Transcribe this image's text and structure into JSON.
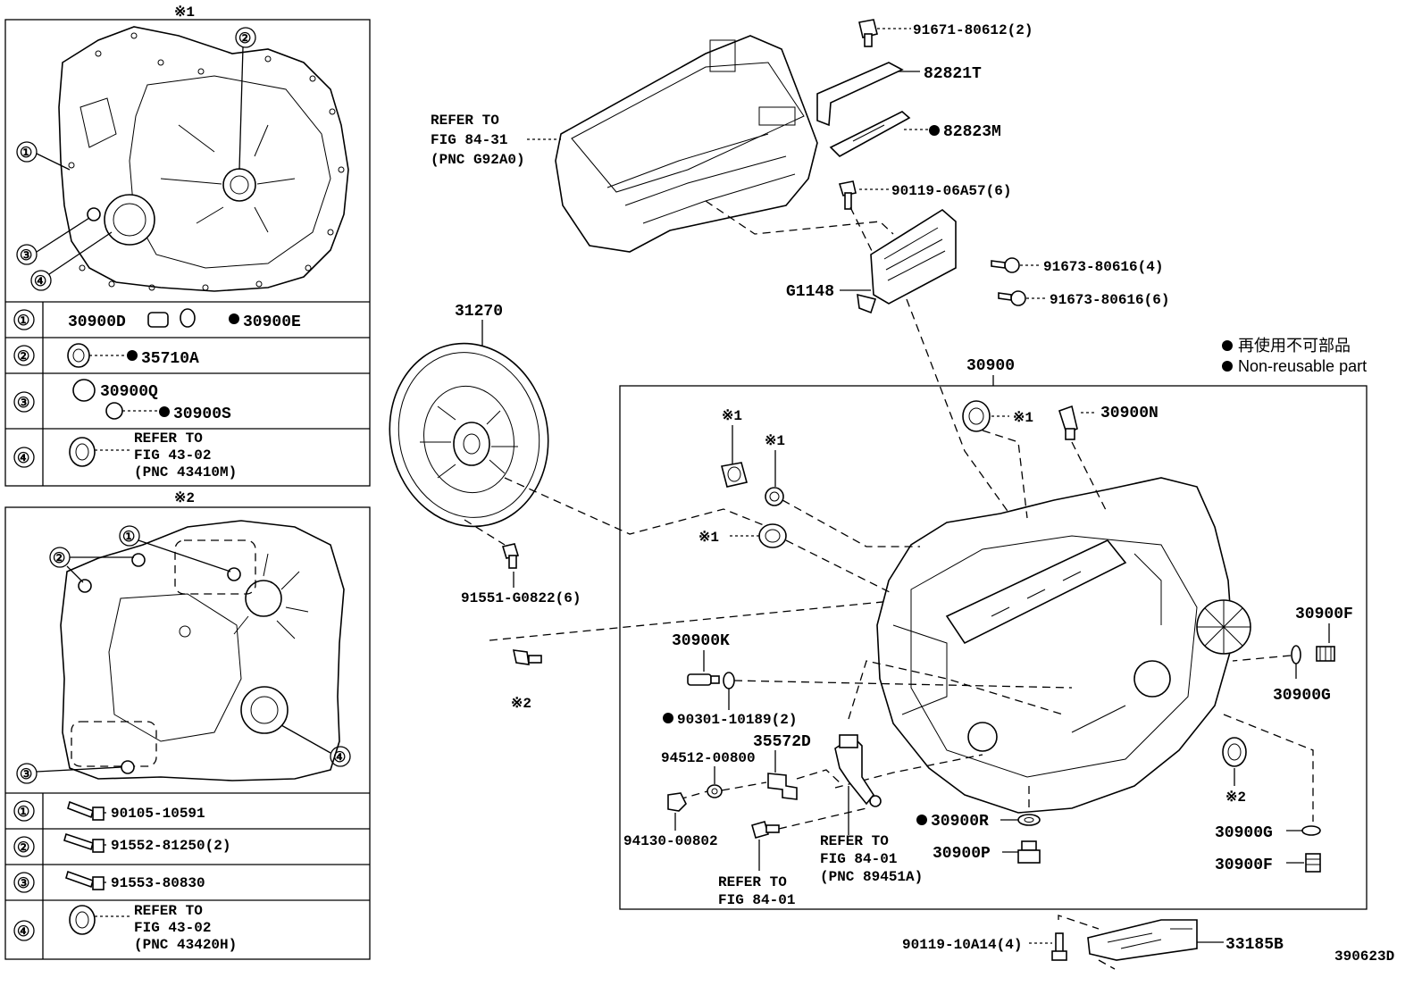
{
  "legend": {
    "non_reusable_jp": "再使用不可部品",
    "non_reusable_en": "Non-reusable part"
  },
  "figure_code": "390623D",
  "inset1": {
    "mark": "※1",
    "rows": [
      {
        "num": "①",
        "parts": [
          "30900D",
          "30900E"
        ]
      },
      {
        "num": "②",
        "parts": [
          "35710A"
        ]
      },
      {
        "num": "③",
        "parts": [
          "30900Q",
          "30900S"
        ]
      },
      {
        "num": "④",
        "refer": [
          "REFER TO",
          "FIG 43-02",
          "(PNC 43410M)"
        ]
      }
    ],
    "callouts": [
      "①",
      "②",
      "③",
      "④"
    ]
  },
  "inset2": {
    "mark": "※2",
    "rows": [
      {
        "num": "①",
        "parts": [
          "90105-10591"
        ]
      },
      {
        "num": "②",
        "parts": [
          "91552-81250(2)"
        ]
      },
      {
        "num": "③",
        "parts": [
          "91553-80830"
        ]
      },
      {
        "num": "④",
        "refer": [
          "REFER TO",
          "FIG 43-02",
          "(PNC 43420H)"
        ]
      }
    ],
    "callouts": [
      "①",
      "②",
      "③",
      "④"
    ]
  },
  "labels": {
    "p91671": "91671-80612(2)",
    "p82821T": "82821T",
    "p82823M": "82823M",
    "p90119a": "90119-06A57(6)",
    "p91673a": "91673-80616(4)",
    "p91673b": "91673-80616(6)",
    "pG1148": "G1148",
    "refer_top": [
      "REFER TO",
      "FIG 84-31",
      "(PNC G92A0)"
    ],
    "p31270": "31270",
    "p91551": "91551-G0822(6)",
    "mark2": "※2",
    "p30900": "30900",
    "mark1": "※1",
    "p30900N": "30900N",
    "p30900F": "30900F",
    "p30900G": "30900G",
    "p30900K": "30900K",
    "p90301": "90301-10189(2)",
    "p35572D": "35572D",
    "p94512": "94512-00800",
    "p94130": "94130-00802",
    "refer_a": [
      "REFER TO",
      "FIG 84-01"
    ],
    "refer_b": [
      "REFER TO",
      "FIG 84-01",
      "(PNC 89451A)"
    ],
    "p30900R": "30900R",
    "p30900P": "30900P",
    "p90119b": "90119-10A14(4)",
    "p33185B": "33185B"
  }
}
